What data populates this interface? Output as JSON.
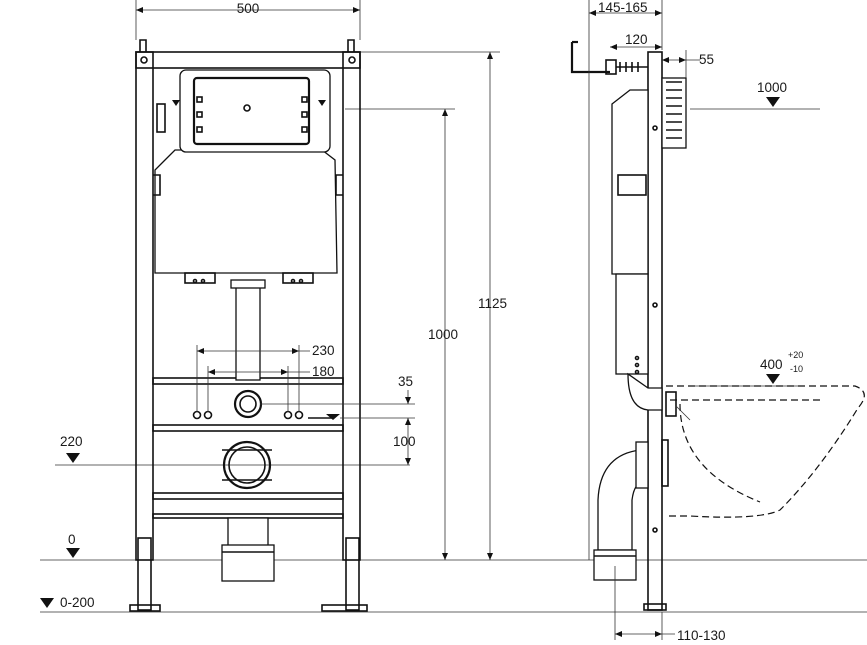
{
  "front": {
    "width": "500",
    "height_total": "1125",
    "height_flush": "1000",
    "pipe_spacing_outer": "230",
    "pipe_spacing_inner": "180",
    "offset_35": "35",
    "offset_100": "100",
    "level_220": "220",
    "level_0": "0",
    "level_range": "0-200"
  },
  "side": {
    "depth_range": "145-165",
    "depth_120": "120",
    "depth_55": "55",
    "level_1000": "1000",
    "bowl_height": "400",
    "bowl_tol_plus": "+20",
    "bowl_tol_minus": "-10",
    "outlet_range": "110-130"
  }
}
